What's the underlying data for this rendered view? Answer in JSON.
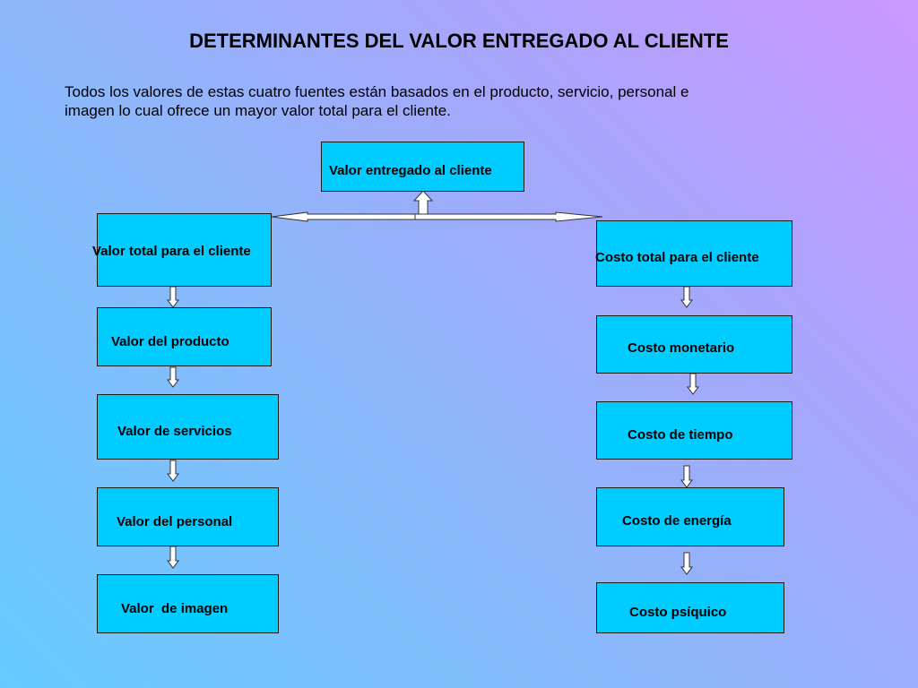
{
  "title": "DETERMINANTES DEL VALOR ENTREGADO AL CLIENTE",
  "intro": {
    "line1": "Todos los valores  de estas cuatro fuentes están basados en el producto, servicio, personal e",
    "line2": "imagen  lo cual ofrece un mayor valor total para el cliente."
  },
  "diagram": {
    "root": "Valor entregado al cliente",
    "value_branch": {
      "header": "Valor total para el cliente",
      "items": [
        "Valor del producto",
        "Valor de servicios",
        "Valor del personal",
        "Valor  de imagen"
      ]
    },
    "cost_branch": {
      "header": "Costo total para el cliente",
      "items": [
        "Costo monetario",
        "Costo de tiempo",
        "Costo de energía",
        "Costo psíquico"
      ]
    }
  },
  "colors": {
    "box_fill": "#00ccff",
    "arrow_fill": "#ffffff",
    "background_top_right": "#cc99ff",
    "background_bottom_left": "#66ccff"
  }
}
